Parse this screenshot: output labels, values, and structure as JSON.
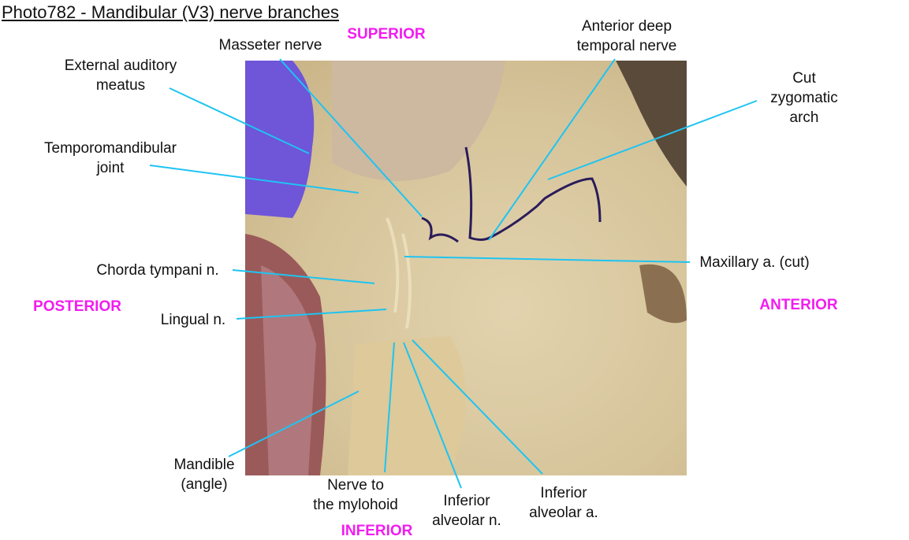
{
  "title": "Photo782 - Mandibular (V3) nerve branches",
  "directions": {
    "superior": "SUPERIOR",
    "inferior": "INFERIOR",
    "posterior": "POSTERIOR",
    "anterior": "ANTERIOR"
  },
  "labels": {
    "masseter": "Masseter nerve",
    "ant_deep_temporal": "Anterior deep\ntemporal nerve",
    "ext_auditory": "External auditory\nmeatus",
    "tmj": "Temporomandibular\njoint",
    "cut_zygomatic": "Cut\nzygomatic\narch",
    "maxillary": "Maxillary a. (cut)",
    "chorda": "Chorda tympani n.",
    "lingual": "Lingual n.",
    "mandible": "Mandible\n(angle)",
    "mylohoid": "Nerve to\nthe mylohoid",
    "inf_alv_n": "Inferior\nalveolar n.",
    "inf_alv_a": "Inferior\nalveolar a."
  },
  "colors": {
    "leader": "#1ec4f2",
    "direction": "#f21cf0"
  }
}
